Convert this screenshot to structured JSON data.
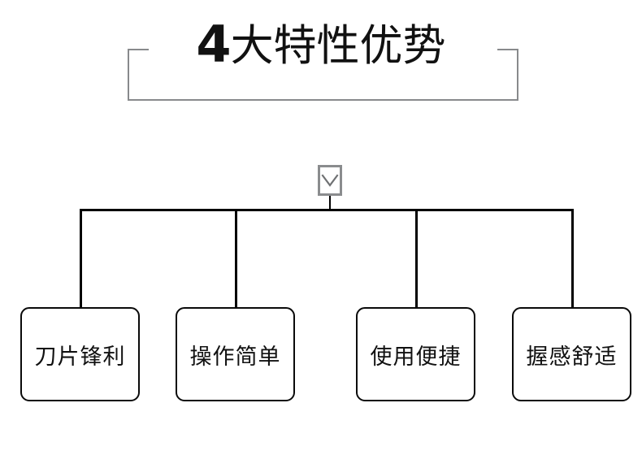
{
  "title": {
    "number": "4",
    "text": "大特性优势",
    "full": "4大特性优势"
  },
  "decor": {
    "bracket_color": "#888a8c",
    "line_color": "#000000",
    "box_border_color": "#0a0a0a",
    "background": "#ffffff",
    "chevron_icon": "chevron-down-icon"
  },
  "diagram": {
    "type": "tree",
    "root_label": "",
    "branch_count": 4,
    "nodes": [
      {
        "label": "刀片锋利"
      },
      {
        "label": "操作简单"
      },
      {
        "label": "使用便捷"
      },
      {
        "label": "握感舒适"
      }
    ]
  }
}
